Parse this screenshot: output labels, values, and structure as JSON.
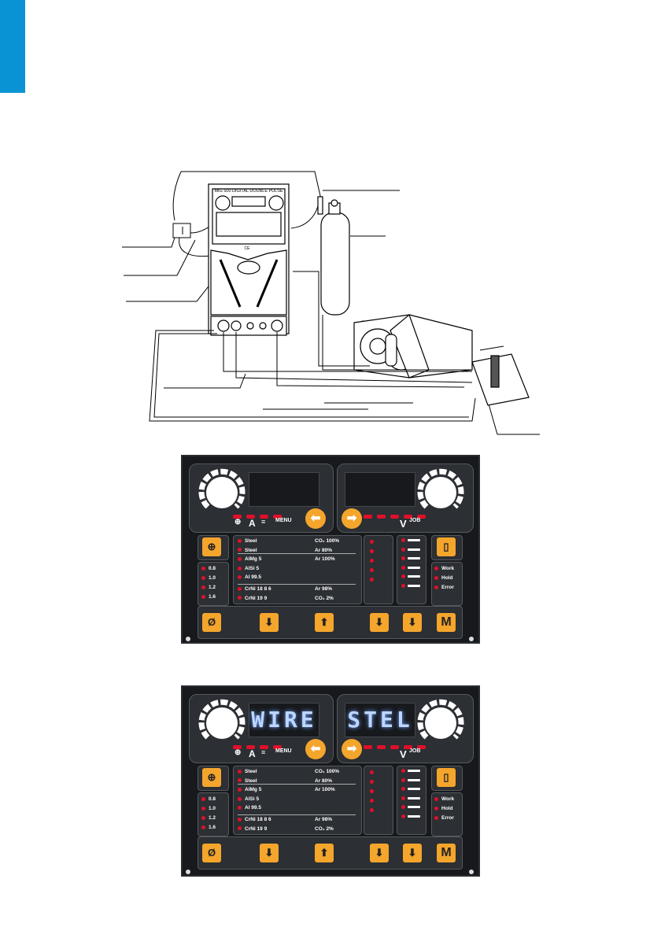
{
  "panels": [
    {
      "display_left": "",
      "display_right": "",
      "symbols_left": [
        "⊕",
        "A",
        "≡",
        "MENU"
      ],
      "symbols_right": [
        "",
        "",
        "V",
        "JOB",
        ""
      ],
      "materials": [
        "Steel",
        "Steel",
        "AlMg 5",
        "AlSi 5",
        "Al 99.5",
        "CrNi 18 8 6",
        "CrNi 19 9"
      ],
      "gases": [
        "CO₂ 100%",
        "Ar   80%",
        "Ar  100%",
        "",
        "",
        "Ar  98%",
        "CO₂ 2%"
      ],
      "diameters": [
        "0.8",
        "1.0",
        "1.2",
        "1.6"
      ],
      "status": [
        "Work",
        "Hold",
        "Error"
      ],
      "mode_button": "M",
      "diameter_button": "Ø"
    },
    {
      "display_left": "WIRE",
      "display_right": "STEL",
      "symbols_left": [
        "⊕",
        "A",
        "≡",
        "MENU"
      ],
      "symbols_right": [
        "",
        "",
        "V",
        "JOB",
        ""
      ],
      "materials": [
        "Steel",
        "Steel",
        "AlMg 5",
        "AlSi 5",
        "Al 99.5",
        "CrNi 18 8 6",
        "CrNi 19 9"
      ],
      "gases": [
        "CO₂ 100%",
        "Ar   80%",
        "Ar  100%",
        "",
        "",
        "Ar  98%",
        "CO₂ 2%"
      ],
      "diameters": [
        "0.8",
        "1.0",
        "1.2",
        "1.6"
      ],
      "status": [
        "Work",
        "Hold",
        "Error"
      ],
      "mode_button": "M",
      "diameter_button": "Ø"
    }
  ],
  "machine": {
    "label": "MIG 500 DIGITAL DOUBLE PULSE",
    "ce_mark": "CE"
  },
  "colors": {
    "accent": "#0a93d4",
    "button": "#f4a52c",
    "led": "#e0102a",
    "panel": "#17191c"
  }
}
